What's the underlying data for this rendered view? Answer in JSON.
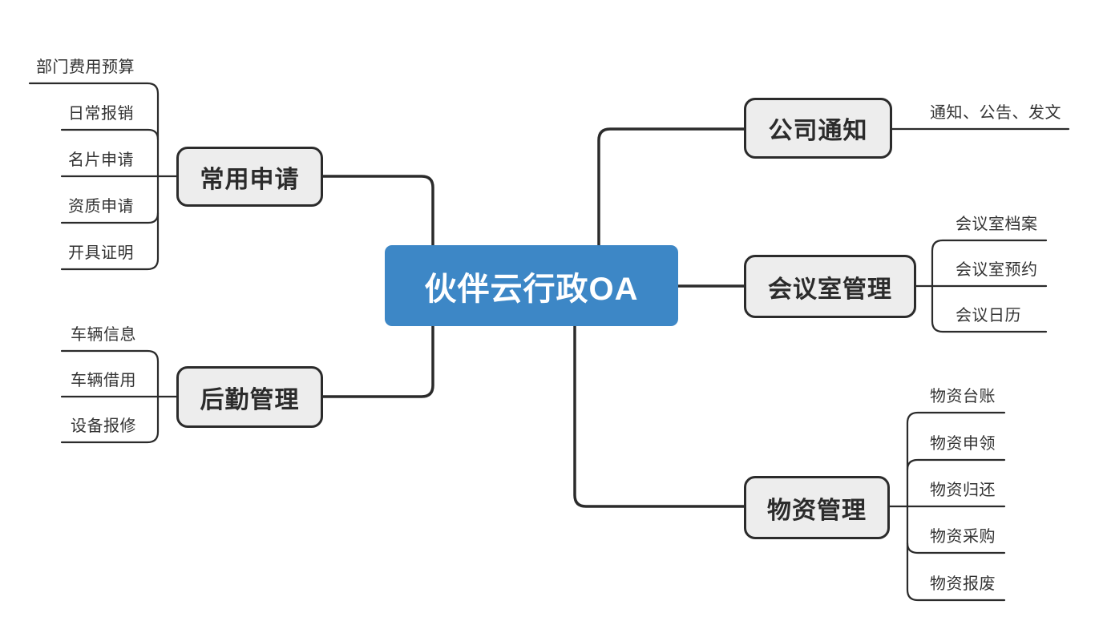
{
  "diagram": {
    "type": "mindmap",
    "root": {
      "label": "伙伴云行政OA"
    },
    "branches": [
      {
        "label": "常用申请",
        "side": "left",
        "children": [
          "部门费用预算",
          "日常报销",
          "名片申请",
          "资质申请",
          "开具证明"
        ]
      },
      {
        "label": "后勤管理",
        "side": "left",
        "children": [
          "车辆信息",
          "车辆借用",
          "设备报修"
        ]
      },
      {
        "label": "公司通知",
        "side": "right",
        "children": [
          "通知、公告、发文"
        ]
      },
      {
        "label": "会议室管理",
        "side": "right",
        "children": [
          "会议室档案",
          "会议室预约",
          "会议日历"
        ]
      },
      {
        "label": "物资管理",
        "side": "right",
        "children": [
          "物资台账",
          "物资申领",
          "物资归还",
          "物资采购",
          "物资报废"
        ]
      }
    ],
    "colors": {
      "background": "#FFFFFF",
      "root_bg": "#3D87C6",
      "root_text": "#FFFFFF",
      "branch_bg": "#EDEDED",
      "branch_border": "#2B2B2B",
      "connector_line": "#2B2B2B",
      "leaf_text": "#333333"
    }
  }
}
